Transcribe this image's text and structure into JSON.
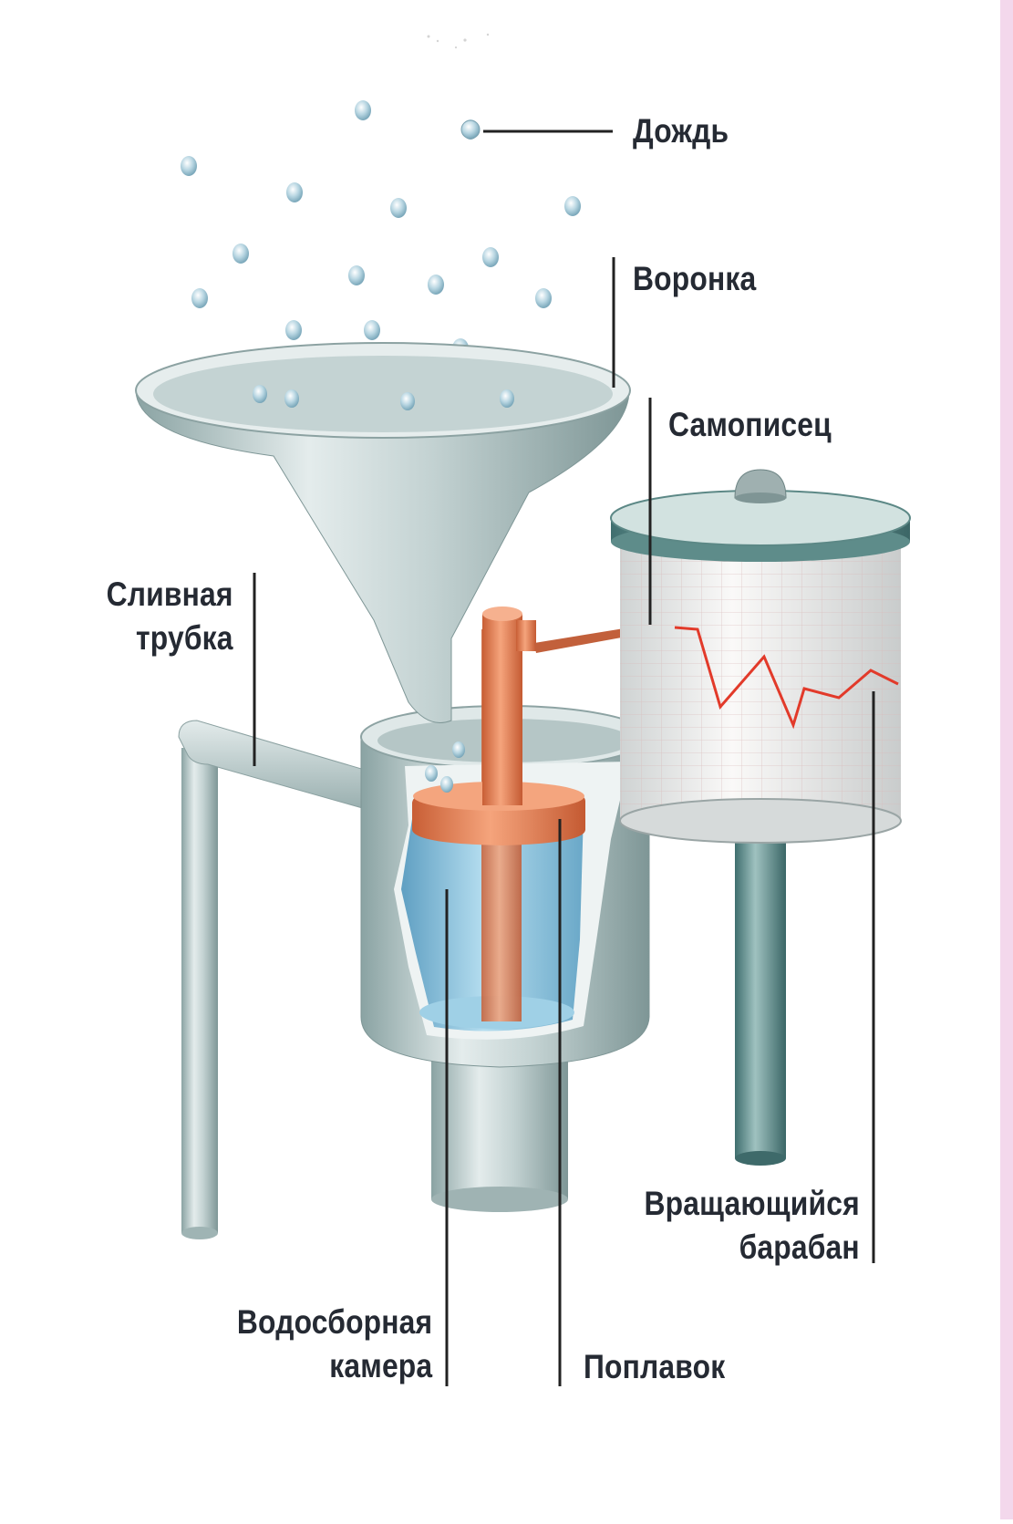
{
  "labels": {
    "rain": "Дождь",
    "funnel": "Воронка",
    "recorder": "Самописец",
    "drain_tube_line1": "Сливная",
    "drain_tube_line2": "трубка",
    "rotating_drum_line1": "Вращающийся",
    "rotating_drum_line2": "барабан",
    "collection_chamber_line1": "Водосборная",
    "collection_chamber_line2": "камера",
    "float": "Поплавок"
  },
  "colors": {
    "label_text": "#252a33",
    "leader_line": "#222222",
    "metal": "#c9d6d6",
    "metal_dark": "#7f9797",
    "water": "#8fc6e0",
    "float": "#e8875a",
    "chart_trace": "#e23a2a",
    "drum_paper": "#f3f1ef",
    "raindrop": "#a9c9d6",
    "page_edge": "#f3d8ec"
  }
}
